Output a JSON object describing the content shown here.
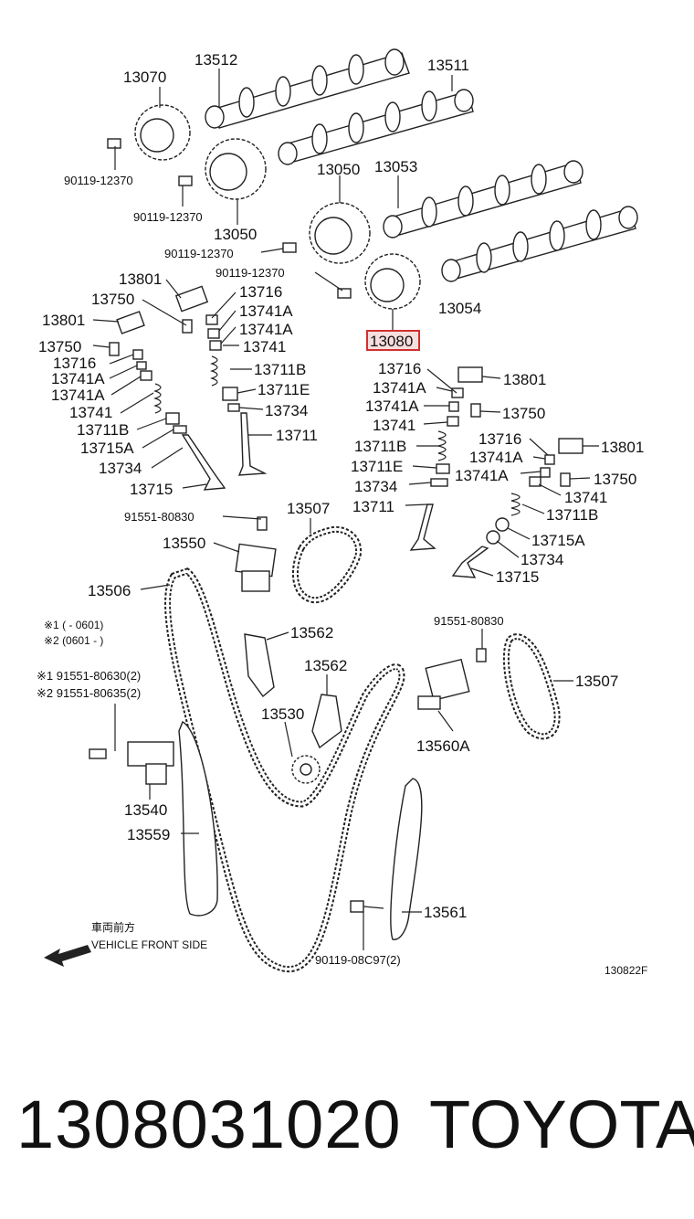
{
  "labels": {
    "l13070": "13070",
    "l13512": "13512",
    "l13511": "13511",
    "b90119_a": "90119-12370",
    "b90119_b": "90119-12370",
    "b90119_c": "90119-12370",
    "b90119_d": "90119-12370",
    "l13050_top": "13050",
    "l13053": "13053",
    "l13050_bot": "13050",
    "l13054": "13054",
    "l13080": "13080",
    "l13801_a": "13801",
    "l13750_a": "13750",
    "l13716_a": "13716",
    "l13741A_a": "13741A",
    "l13741A_b": "13741A",
    "l13801_b": "13801",
    "l13741_a": "13741",
    "l13750_b": "13750",
    "l13711B_a": "13711B",
    "l13716_b": "13716",
    "l13741A_c": "13741A",
    "l13711E_a": "13711E",
    "l13741A_d": "13741A",
    "l13734_a": "13734",
    "l13741_b": "13741",
    "l13711_a": "13711",
    "l13711B_b": "13711B",
    "l13715A_a": "13715A",
    "l13734_b": "13734",
    "l13715_a": "13715",
    "r13716": "13716",
    "r13801": "13801",
    "r13741A": "13741A",
    "r13741A_b": "13741A",
    "r13750": "13750",
    "r13741": "13741",
    "r13716_b": "13716",
    "r13801_b": "13801",
    "r13711B": "13711B",
    "r13741A_c": "13741A",
    "r13711E": "13711E",
    "r13741A_d": "13741A",
    "r13750_b": "13750",
    "r13734": "13734",
    "r13741_b": "13741",
    "r13711": "13711",
    "r13711B_b": "13711B",
    "r13715A": "13715A",
    "r13734_b": "13734",
    "r13715": "13715",
    "b91551_a": "91551-80830",
    "l13507_a": "13507",
    "l13550": "13550",
    "l13506": "13506",
    "b91551_b": "91551-80830",
    "note1": "※1 (        - 0601)",
    "note2": "※2 (0601 -        )",
    "l13562_a": "13562",
    "l13562_b": "13562",
    "l13507_b": "13507",
    "note3": "※1  91551-80630(2)",
    "note4": "※2  91551-80635(2)",
    "l13530": "13530",
    "l13560A": "13560A",
    "l13540": "13540",
    "l13559": "13559",
    "l13561": "13561",
    "jp_front": "車両前方",
    "en_front": "VEHICLE FRONT SIDE",
    "b90119_e": "90119-08C97(2)",
    "fig_code": "130822F"
  },
  "footer": {
    "part_number": "1308031020",
    "brand": "TOYOTA"
  },
  "highlight_color": "#d03030"
}
